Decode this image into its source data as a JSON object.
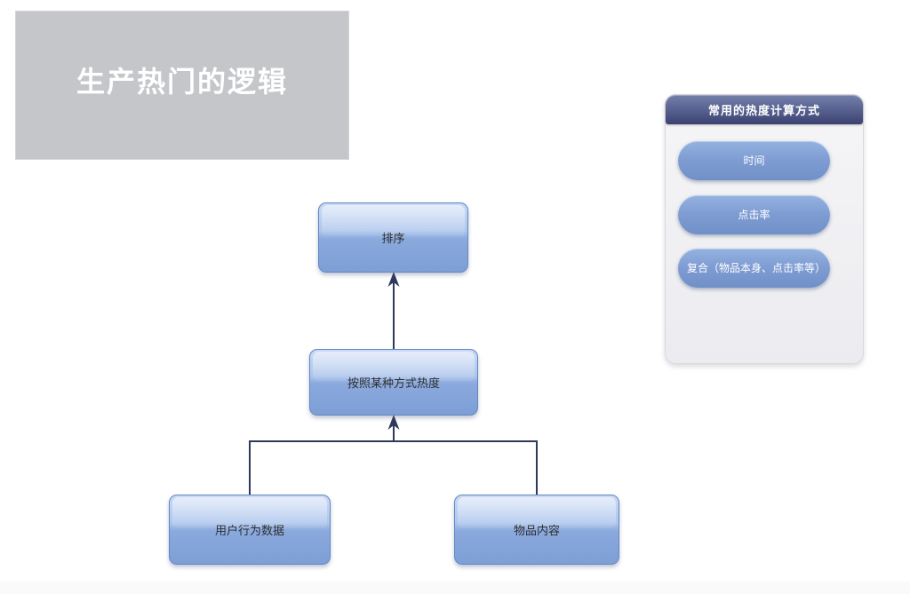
{
  "canvas": {
    "background": "#ffffff"
  },
  "title_card": {
    "text": "生产热门的逻辑",
    "bg_color": "#c4c6ca",
    "text_color": "#ffffff"
  },
  "flowchart": {
    "connector_color": "#2e3a5c",
    "node_fill_top": "#c9daf5",
    "node_fill_bottom": "#7d9fd6",
    "node_border_color": "#6587c3",
    "node_text_color": "#2e2e2e",
    "nodes": [
      {
        "id": "sort",
        "label": "排序"
      },
      {
        "id": "heat-method",
        "label": "按照某种方式热度"
      },
      {
        "id": "user-behavior",
        "label": "用户行为数据"
      },
      {
        "id": "item-content",
        "label": "物品内容"
      }
    ]
  },
  "side_panel": {
    "header": "常用的热度计算方式",
    "items": [
      {
        "label": "时间"
      },
      {
        "label": "点击率"
      },
      {
        "label": "复合（物品本身、点击率等）"
      }
    ],
    "colors": {
      "header_top": "#7480aa",
      "header_bottom": "#3b4270",
      "pill": "#7e9cd2",
      "body": "#f0f0f4",
      "connector": "#2e3a5c"
    }
  }
}
